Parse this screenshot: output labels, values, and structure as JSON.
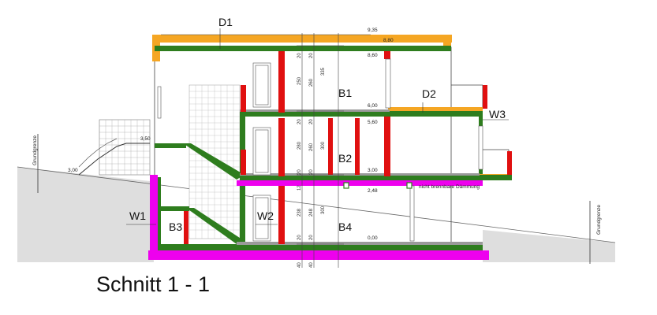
{
  "title": "Schnitt 1 - 1",
  "labels": {
    "d1": "D1",
    "d2": "D2",
    "b1": "B1",
    "b2": "B2",
    "b3": "B3",
    "b4": "B4",
    "w1": "W1",
    "w2": "W2",
    "w3": "W3"
  },
  "boundary": {
    "left": "Grundgrenze",
    "right": "Grundgrenze"
  },
  "levels": {
    "roof_top": "9,35",
    "roof": "8,80",
    "upper_ceiling": "8,60",
    "upper_floor": "6,00",
    "mid_ceiling": "5,60",
    "stair_landing": "3,50",
    "ground_left": "3,00",
    "mid_floor": "3,00",
    "basement_ceiling": "2,48",
    "basement_floor": "0,00"
  },
  "notes": {
    "insulation": "nicht brennbare Dämmung"
  },
  "dimensions": {
    "col_a": [
      "20",
      "250",
      "20",
      "280",
      "20",
      "12",
      "238",
      "20",
      "40"
    ],
    "col_b": [
      "20",
      "260",
      "20",
      "260",
      "20",
      "248",
      "20",
      "40"
    ],
    "col_c": [
      "335",
      "300",
      "300"
    ]
  },
  "colors": {
    "roof": "#f5a623",
    "concrete": "#2e7d1e",
    "wall_red": "#e01010",
    "basement": "#ee00ee",
    "slab_grey": "#9a9a9a",
    "terrain": "#dedede"
  }
}
